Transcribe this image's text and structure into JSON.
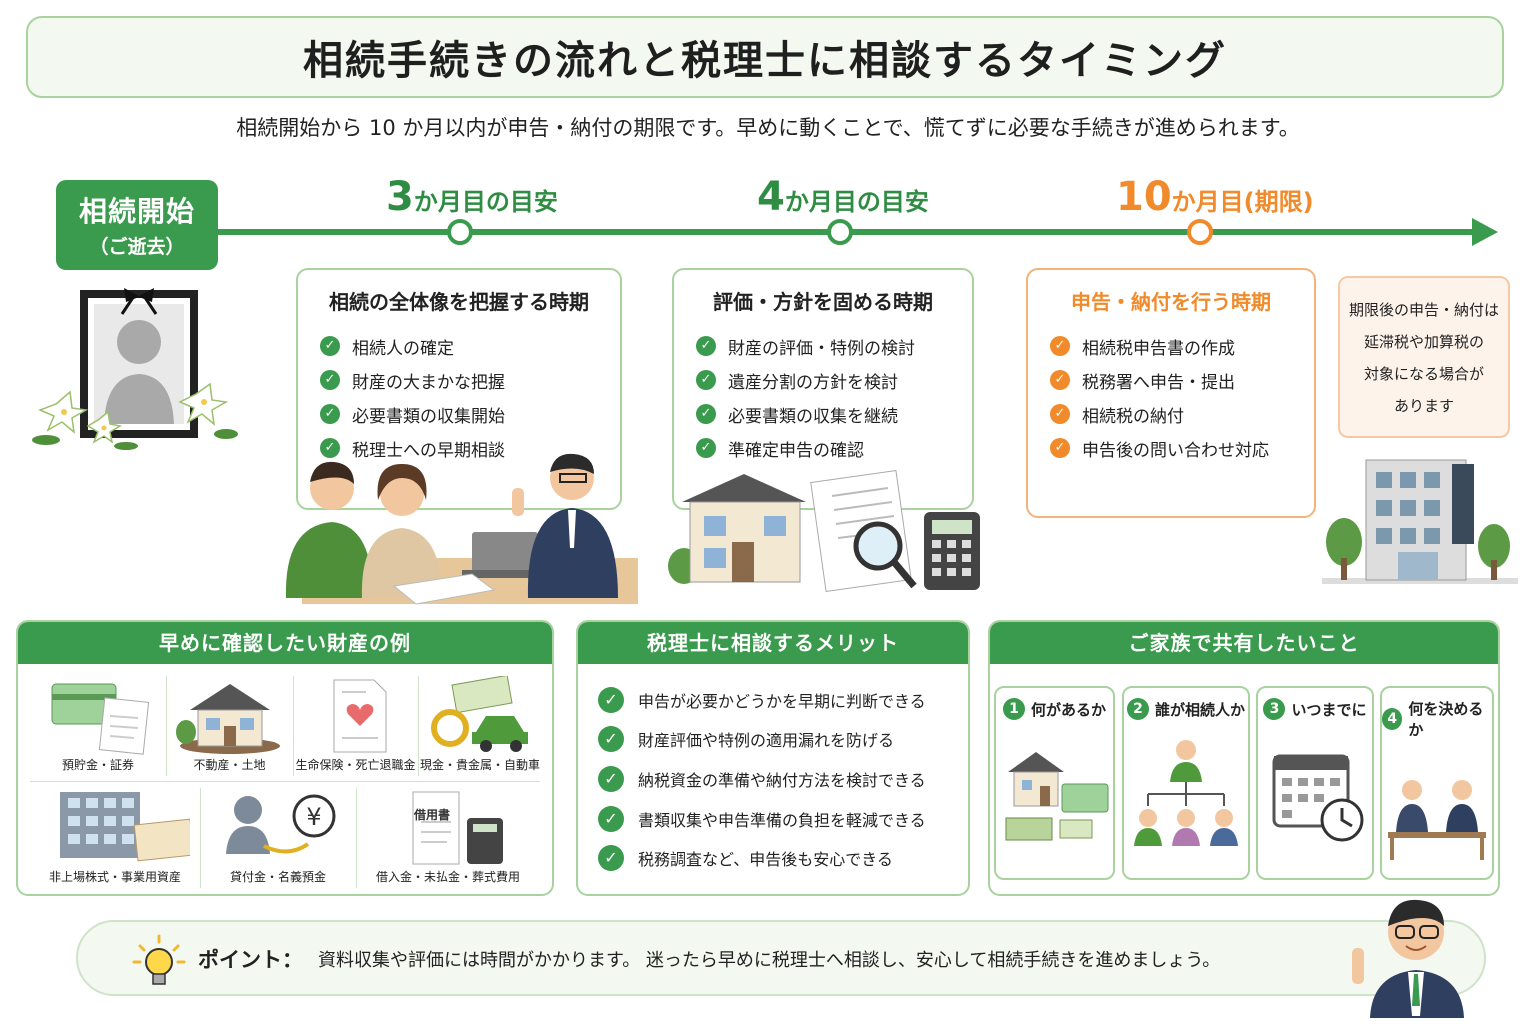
{
  "title": "相続手続きの流れと税理士に相談するタイミング",
  "subtitle": "相続開始から 10 か月以内が申告・納付の期限です。早めに動くことで、慌てずに必要な手続きが進められます。",
  "timeline": {
    "start": {
      "line1": "相続開始",
      "line2": "（ご逝去）"
    },
    "milestones": [
      {
        "num": "3",
        "label": "か月目の目安",
        "color": "#2f8c43"
      },
      {
        "num": "4",
        "label": "か月目の目安",
        "color": "#2f8c43"
      },
      {
        "num": "10",
        "label": "か月目(期限)",
        "color": "#f08a2b"
      }
    ]
  },
  "phases": [
    {
      "title": "相続の全体像を把握する時期",
      "items": [
        "相続人の確定",
        "財産の大まかな把握",
        "必要書類の収集開始",
        "税理士への早期相談"
      ]
    },
    {
      "title": "評価・方針を固める時期",
      "items": [
        "財産の評価・特例の検討",
        "遺産分割の方針を検討",
        "必要書類の収集を継続",
        "準確定申告の確認"
      ]
    },
    {
      "title": "申告・納付を行う時期",
      "items": [
        "相続税申告書の作成",
        "税務署へ申告・提出",
        "相続税の納付",
        "申告後の問い合わせ対応"
      ]
    }
  ],
  "late_note": [
    "期限後の申告・納付は",
    "延滞税や加算税の",
    "対象になる場合が",
    "あります"
  ],
  "assets": {
    "title": "早めに確認したい財産の例",
    "row1": [
      "預貯金・証券",
      "不動産・土地",
      "生命保険・死亡退職金",
      "現金・貴金属・自動車"
    ],
    "row2": [
      "非上場株式・事業用資産",
      "貸付金・名義預金",
      "借入金・未払金・葬式費用"
    ],
    "doc_label": "借用書"
  },
  "merits": {
    "title": "税理士に相談するメリット",
    "items": [
      "申告が必要かどうかを早期に判断できる",
      "財産評価や特例の適用漏れを防げる",
      "納税資金の準備や納付方法を検討できる",
      "書類収集や申告準備の負担を軽減できる",
      "税務調査など、申告後も安心できる"
    ]
  },
  "family": {
    "title": "ご家族で共有したいこと",
    "items": [
      {
        "num": "1",
        "label": "何があるか"
      },
      {
        "num": "2",
        "label": "誰が相続人か"
      },
      {
        "num": "3",
        "label": "いつまでに"
      },
      {
        "num": "4",
        "label": "何を決めるか"
      }
    ]
  },
  "point": {
    "label": "ポイント：",
    "text": "資料収集や評価には時間がかかります。 迷ったら早めに税理士へ相談し、安心して相続手続きを進めましょう。"
  },
  "colors": {
    "green": "#3a9a4d",
    "orange": "#f08a2b",
    "light_green": "#f3f9f0"
  }
}
